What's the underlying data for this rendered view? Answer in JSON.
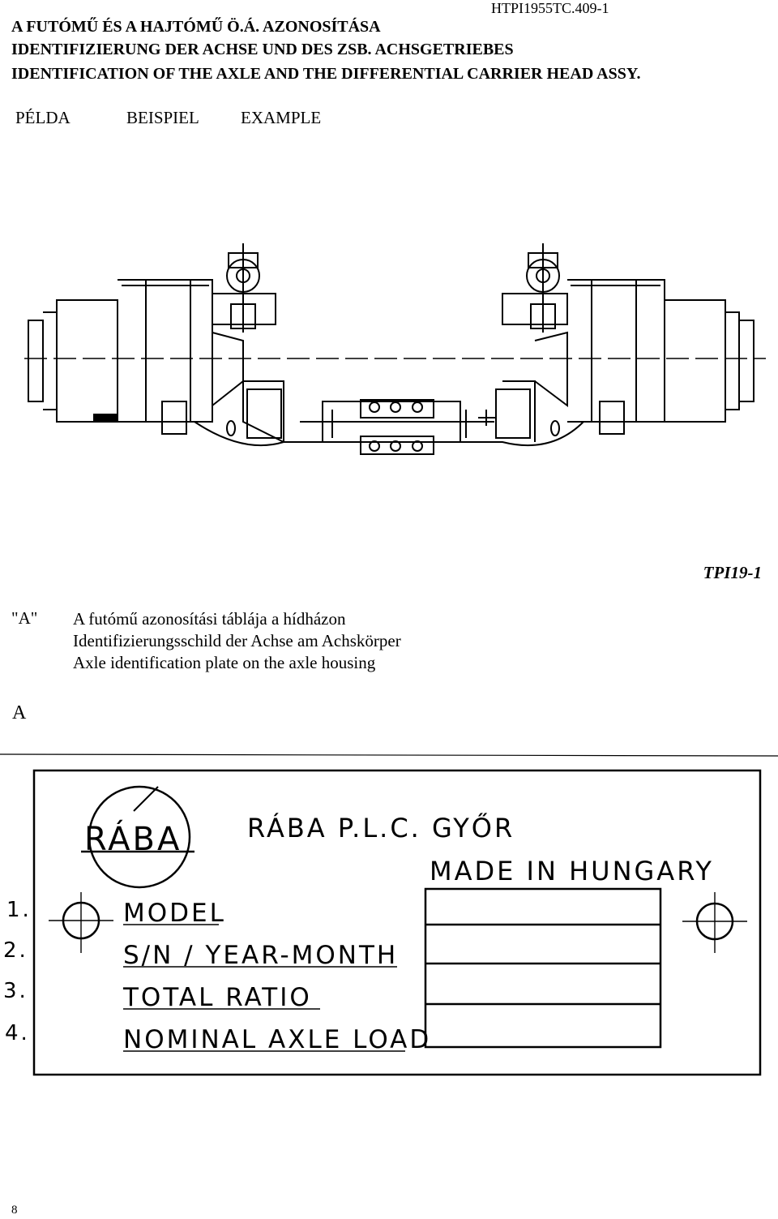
{
  "header": {
    "doc_code": "HTPI1955TC.409-1",
    "title_hu": "A FUTÓMŰ ÉS A HAJTÓMŰ Ö.Á. AZONOSÍTÁSA",
    "title_de": "IDENTIFIZIERUNG DER ACHSE UND DES ZSB. ACHSGETRIEBES",
    "title_en": "IDENTIFICATION OF THE AXLE AND THE DIFFERENTIAL CARRIER HEAD ASSY."
  },
  "examples": {
    "hu": "PÉLDA",
    "de": "BEISPIEL",
    "en": "EXAMPLE"
  },
  "figure": {
    "label": "TPI19-1"
  },
  "legend": {
    "key": "\"A\"",
    "line_hu": "A futómű azonosítási táblája a hídházon",
    "line_de": "Identifizierungsschild der Achse am Achskörper",
    "line_en": "Axle identification plate on the axle housing"
  },
  "section_label": "A",
  "plate": {
    "logo": "RÁBA",
    "company": "RÁBA P.L.C.  GYŐR",
    "made_in": "MADE IN HUNGARY",
    "rows": [
      {
        "num": "1.",
        "label": "MODEL"
      },
      {
        "num": "2.",
        "label": "S/N / YEAR-MONTH"
      },
      {
        "num": "3.",
        "label": "TOTAL RATIO"
      },
      {
        "num": "4.",
        "label": "NOMINAL AXLE LOAD"
      }
    ]
  },
  "page_number": "8"
}
